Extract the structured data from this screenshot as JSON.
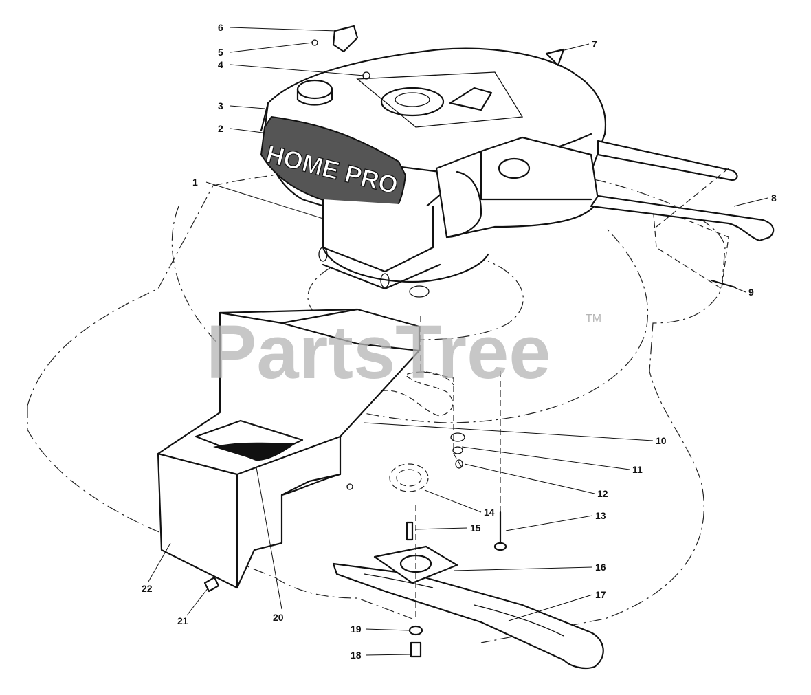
{
  "watermark": {
    "text": "PartsTree",
    "tm": "TM"
  },
  "brand": {
    "text": "HOME PRO"
  },
  "callouts": [
    {
      "id": "1",
      "label": "1"
    },
    {
      "id": "2",
      "label": "2"
    },
    {
      "id": "3",
      "label": "3"
    },
    {
      "id": "4",
      "label": "4"
    },
    {
      "id": "5",
      "label": "5"
    },
    {
      "id": "6",
      "label": "6"
    },
    {
      "id": "7",
      "label": "7"
    },
    {
      "id": "8",
      "label": "8"
    },
    {
      "id": "9",
      "label": "9"
    },
    {
      "id": "10",
      "label": "10"
    },
    {
      "id": "11",
      "label": "11"
    },
    {
      "id": "12",
      "label": "12"
    },
    {
      "id": "13",
      "label": "13"
    },
    {
      "id": "14",
      "label": "14"
    },
    {
      "id": "15",
      "label": "15"
    },
    {
      "id": "16",
      "label": "16"
    },
    {
      "id": "17",
      "label": "17"
    },
    {
      "id": "18",
      "label": "18"
    },
    {
      "id": "19",
      "label": "19"
    },
    {
      "id": "20",
      "label": "20"
    },
    {
      "id": "21",
      "label": "21"
    },
    {
      "id": "22",
      "label": "22"
    }
  ],
  "colors": {
    "ink": "#111111",
    "watermark": "#b5b5b5",
    "background": "#ffffff"
  }
}
